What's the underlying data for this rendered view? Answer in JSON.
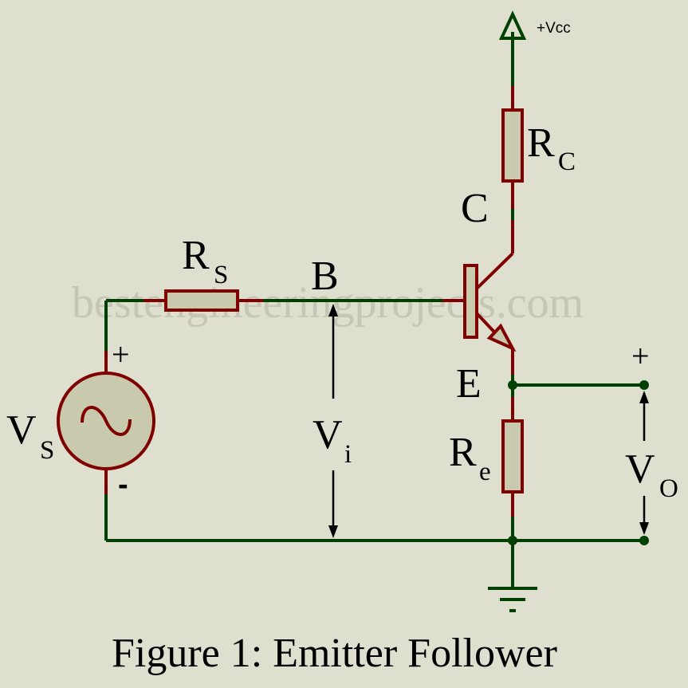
{
  "diagram": {
    "title": "Figure 1: Emitter Follower",
    "watermark": "bestengineeringprojects.com",
    "colors": {
      "background": "#dfdfd0",
      "wire": "#004000",
      "component": "#800000",
      "component_fill": "#c9c9ad",
      "text": "#000000"
    },
    "supply": {
      "label": "+Vcc",
      "icon": "supply-arrow-icon"
    },
    "components": {
      "rc": {
        "label": "R",
        "sub": "C"
      },
      "rs": {
        "label": "R",
        "sub": "S"
      },
      "re": {
        "label": "R",
        "sub": "e"
      },
      "vs": {
        "label": "V",
        "sub": "S",
        "plus": "+",
        "minus": "-",
        "icon": "ac-source-icon"
      },
      "transistor": {
        "icon": "npn-transistor-icon"
      },
      "ground": {
        "icon": "ground-icon"
      }
    },
    "terminals": {
      "collector": "C",
      "base": "B",
      "emitter": "E"
    },
    "voltages": {
      "vi": {
        "label": "V",
        "sub": "i"
      },
      "vo": {
        "label": "V",
        "sub": "O",
        "plus": "+"
      }
    }
  }
}
